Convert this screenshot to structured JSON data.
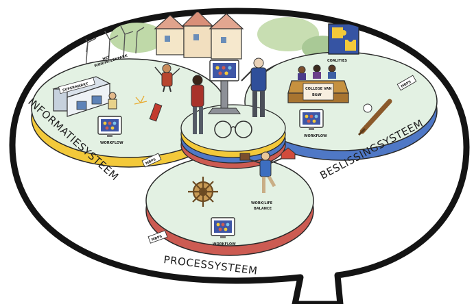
{
  "labels": {
    "informatiesysteem": "INFORMATIESYSTEEM",
    "beslissingsysteem": "BESLISSINGSYSTEEM",
    "processysteem": "PROCESSYSTEEM",
    "supermarkt": "SUPERMARKT",
    "windmolenpark_1": "HET",
    "windmolenpark_2": "WINDMOLENPARK",
    "coalities": "COALITIES",
    "college_1": "COLLEGE VAN",
    "college_2": "B&W",
    "worklife_1": "WORK/LIFE",
    "worklife_2": "BALANCE",
    "workflow_left": "WORKFLOW",
    "workflow_right": "WORKFLOW",
    "workflow_bottom": "WORKFLOW",
    "mbps_left": "MBPS",
    "mbps_right": "MBPS",
    "mbps_bottom": "MBPS"
  },
  "colors": {
    "disc_top": "#e3f1e3",
    "ring_left": "#f3c93a",
    "ring_right": "#4f78c6",
    "ring_bottom": "#cc5b52",
    "bubble_outline": "#141414"
  }
}
